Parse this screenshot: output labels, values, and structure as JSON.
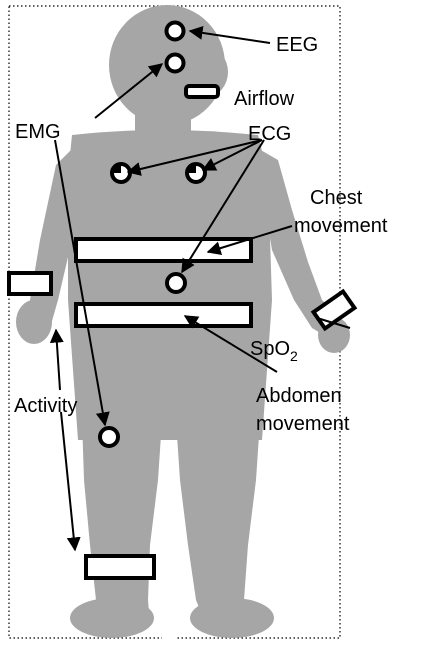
{
  "diagram": {
    "labels": {
      "eeg": "EEG",
      "airflow": "Airflow",
      "emg": "EMG",
      "ecg": "ECG",
      "chest_line1": "Chest",
      "chest_line2": "movement",
      "spo2_main": "SpO",
      "spo2_sub": "2",
      "abdomen_line1": "Abdomen",
      "abdomen_line2": "movement",
      "activity": "Activity"
    },
    "colors": {
      "body_fill": "#a6a6a6",
      "sensor_stroke": "#000000",
      "sensor_fill": "#ffffff",
      "frame_stroke": "#000000"
    }
  }
}
